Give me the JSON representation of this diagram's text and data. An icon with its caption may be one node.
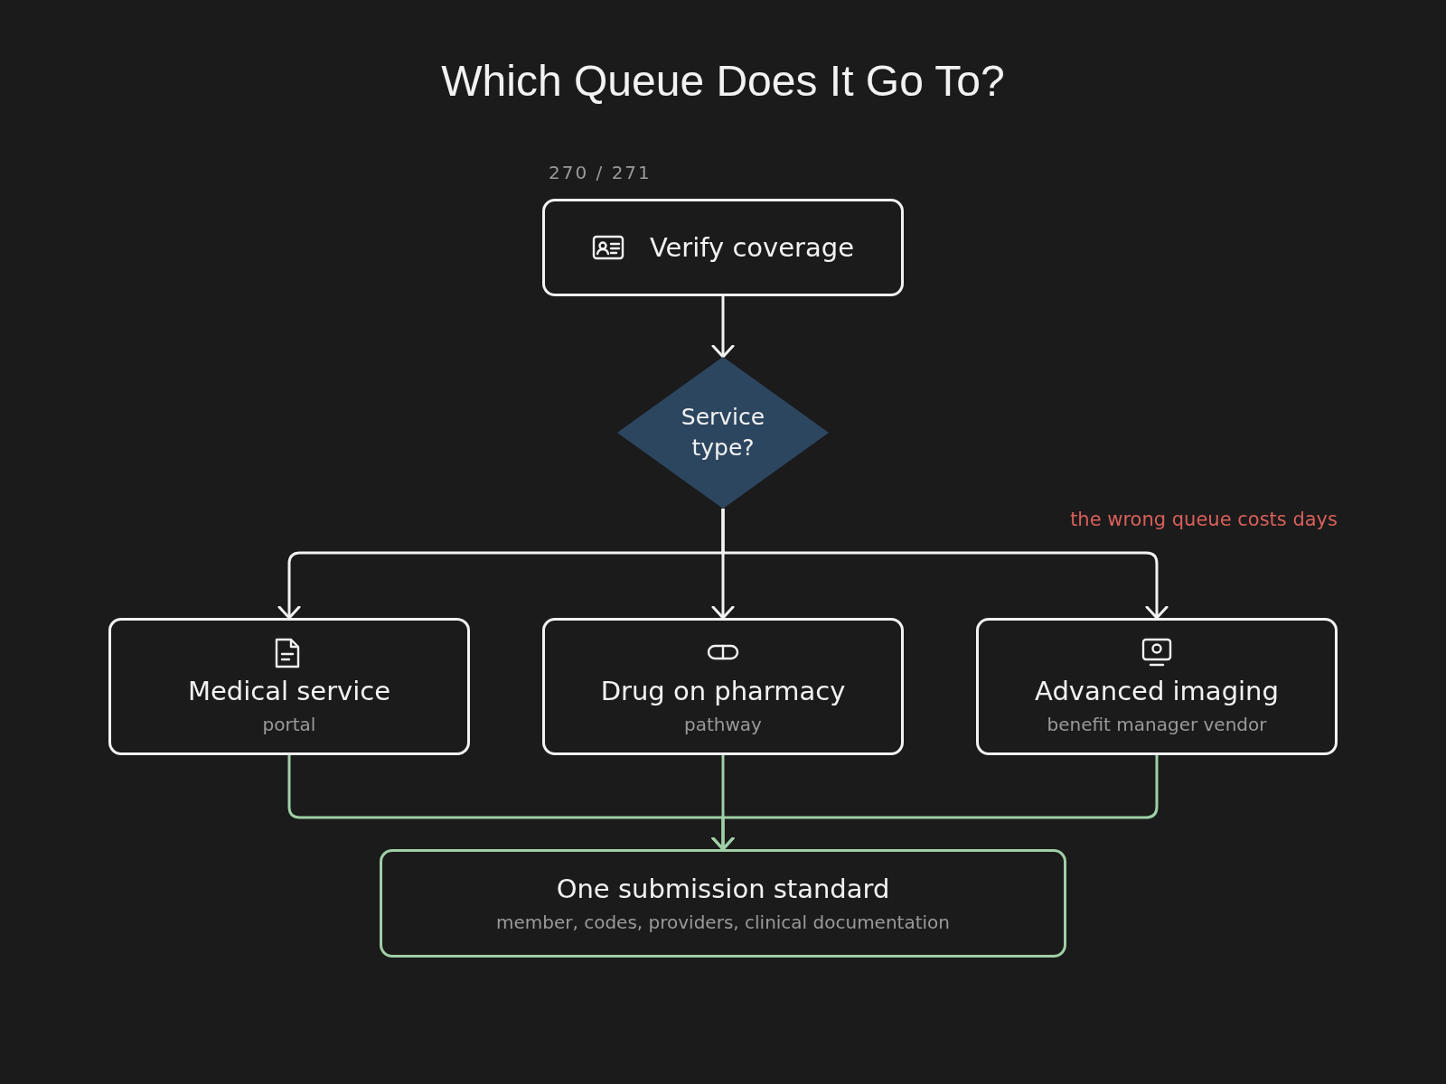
{
  "diagram": {
    "title": "Which Queue Does It Go To?",
    "nodes": [
      {
        "text": [
          "Verify coverage"
        ],
        "beside": [
          "270 / 271"
        ]
      },
      {
        "text": [
          "Service type?"
        ]
      },
      {
        "text": [
          "Medical service",
          "portal"
        ]
      },
      {
        "text": [
          "Drug on pharmacy",
          "pathway"
        ]
      },
      {
        "text": [
          "Advanced imaging",
          "benefit manager vendor"
        ]
      },
      {
        "text": [
          "One submission standard",
          "member, codes, providers, clinical documentation"
        ]
      }
    ],
    "edges": [
      {
        "from": 0,
        "to": 1,
        "arrow": "to"
      },
      {
        "from": 1,
        "to": 2,
        "arrow": "to"
      },
      {
        "from": 1,
        "to": 3,
        "arrow": "to"
      },
      {
        "from": 1,
        "to": 4,
        "arrow": "to"
      },
      {
        "from": 2,
        "to": 5,
        "arrow": "to",
        "color": "#9fcfa6"
      },
      {
        "from": 3,
        "to": 5,
        "arrow": "to",
        "color": "#9fcfa6"
      },
      {
        "from": 4,
        "to": 5,
        "arrow": "to",
        "color": "#9fcfa6"
      }
    ],
    "labels": [
      "the wrong queue costs days"
    ]
  }
}
